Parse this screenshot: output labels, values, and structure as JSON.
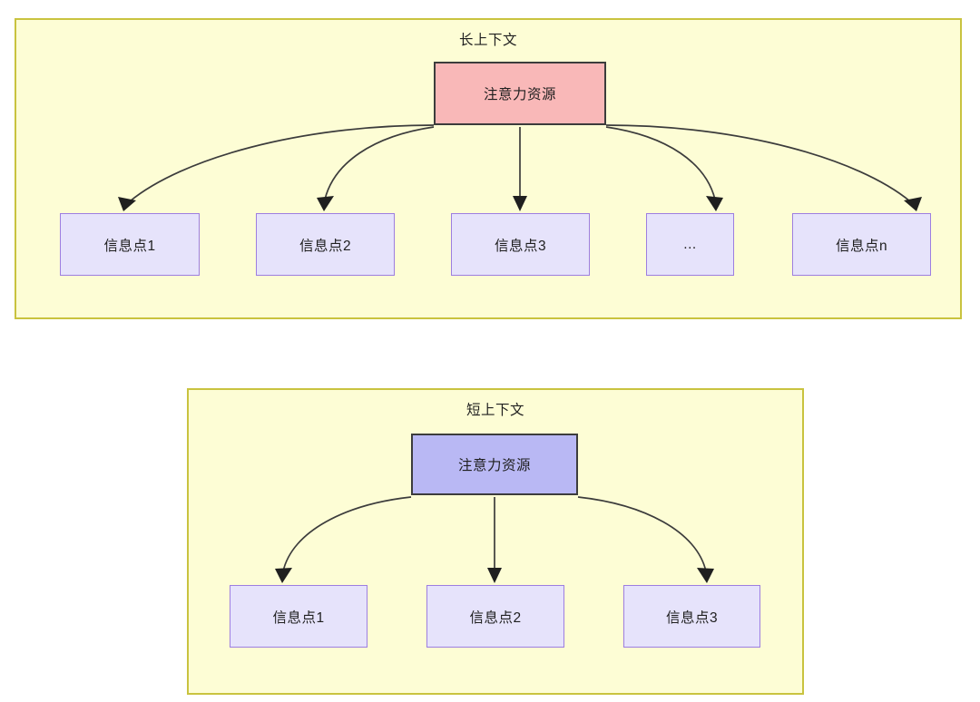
{
  "diagram": {
    "title_text_note": "two-panel comparison diagram of attention resource allocation",
    "colors": {
      "panel_fill": "#fdfdd5",
      "panel_border": "#c9c33f",
      "attention_long_fill": "#f9b8b8",
      "attention_short_fill": "#b9b8f4",
      "info_fill": "#e6e3fb",
      "info_border": "#9d7ee0",
      "edge_stroke": "#3c3c3c"
    },
    "panels": [
      {
        "id": "long-context",
        "title": "长上下文",
        "root": {
          "label": "注意力资源"
        },
        "children": [
          {
            "label": "信息点1"
          },
          {
            "label": "信息点2"
          },
          {
            "label": "信息点3"
          },
          {
            "label": "..."
          },
          {
            "label": "信息点n"
          }
        ]
      },
      {
        "id": "short-context",
        "title": "短上下文",
        "root": {
          "label": "注意力资源"
        },
        "children": [
          {
            "label": "信息点1"
          },
          {
            "label": "信息点2"
          },
          {
            "label": "信息点3"
          }
        ]
      }
    ]
  }
}
